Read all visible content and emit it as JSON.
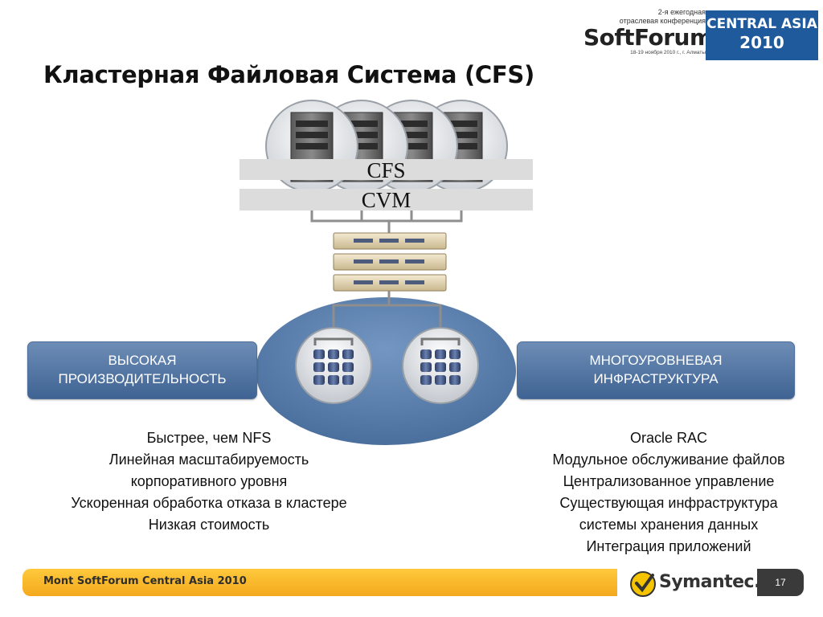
{
  "header": {
    "logo_small_line1": "2-я ежегодная",
    "logo_small_line2": "отраслевая конференция",
    "logo_brand": "SoftForum",
    "logo_date": "18-19 ноября 2010 г., г. Алматы",
    "logo_region": "CENTRAL ASIA",
    "logo_year": "2010"
  },
  "title": "Кластерная Файловая Система (CFS)",
  "diagram": {
    "layer_top": "CFS",
    "layer_bottom": "CVM"
  },
  "left_pill": {
    "line1": "ВЫСОКАЯ",
    "line2": "ПРОИЗВОДИТЕЛЬНОСТЬ"
  },
  "right_pill": {
    "line1": "МНОГОУРОВНЕВАЯ",
    "line2": "ИНФРАСТРУКТУРА"
  },
  "left_bullets": [
    "Быстрее, чем NFS",
    "Линейная масштабируемость",
    "корпоративного уровня",
    "Ускоренная обработка отказа в кластере",
    "Низкая стоимость"
  ],
  "right_bullets": [
    "Oracle RAC",
    "Модульное обслуживание файлов",
    "Централизованное управление",
    "Существующая инфраструктура",
    "системы хранения данных",
    "Интеграция приложений"
  ],
  "footer": {
    "text": "Mont SoftForum Central Asia 2010",
    "brand": "Symantec.",
    "page_number": "17"
  },
  "colors": {
    "pill_blue": "#4f73a3",
    "ellipse_blue": "#5b80ab",
    "footer_orange": "#f6b52a",
    "logo_blue": "#1f5a9c"
  }
}
